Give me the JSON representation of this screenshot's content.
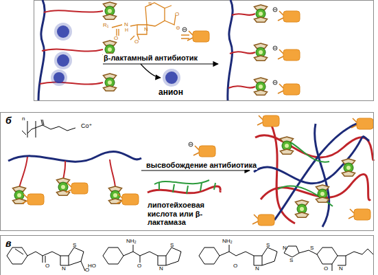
{
  "diagram": {
    "nodes": [
      {
        "text": [
          "б"
        ]
      },
      {
        "text": [
          "в"
        ]
      }
    ],
    "labels": [
      "β-лактамный антибиотик",
      "анион",
      "высвобождение антибиотика",
      "липотейхоевая кислота или β-лактамаза",
      "R₁",
      "O",
      "N",
      "H",
      "S",
      "N",
      "O",
      "O",
      "⊖",
      "n",
      "Co⁺",
      "S",
      "N",
      "O",
      "O",
      "NH₂",
      "HO",
      "S",
      "N",
      "O",
      "NH₂",
      "S",
      "N",
      "O",
      "S",
      "N",
      "S",
      "N",
      "O"
    ]
  }
}
